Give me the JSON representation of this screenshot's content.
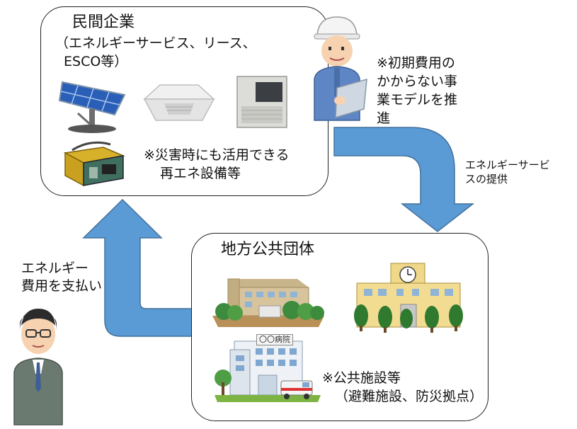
{
  "private_sector": {
    "title": "民間企業",
    "subtitle_line1": "（エネルギーサービス、リース、",
    "subtitle_line2": "ESCO等）",
    "disaster_note_line1": "※災害時にも活用できる",
    "disaster_note_line2": "再エネ設備等",
    "equipment_icons": [
      "solar-panel-icon",
      "ceiling-air-conditioner-icon",
      "storage-unit-icon",
      "generator-icon"
    ]
  },
  "initial_cost_note": {
    "line1": "※初期費用の",
    "line2": "かからない事",
    "line3": "業モデルを推",
    "line4": "進"
  },
  "service_provision": {
    "line1": "エネルギーサービ",
    "line2": "スの提供"
  },
  "local_government": {
    "title": "地方公共団体",
    "facilities_note_line1": "※公共施設等",
    "facilities_note_line2": "（避難施設、防災拠点）",
    "hospital_sign": "〇〇病院",
    "facility_icons": [
      "office-building-icon",
      "school-building-icon",
      "hospital-icon"
    ]
  },
  "payment": {
    "line1": "エネルギー",
    "line2": "費用を支払い"
  },
  "colors": {
    "arrow": "#5b9bd5",
    "arrow_border": "#41719c"
  }
}
